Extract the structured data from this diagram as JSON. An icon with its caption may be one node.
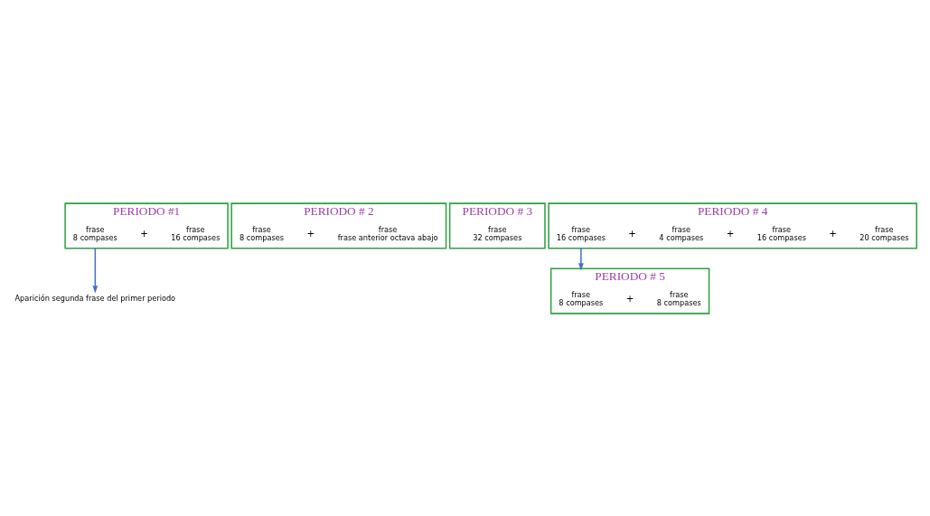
{
  "diagram": {
    "nodes": [
      {
        "text": [
          "PERIODO #1"
        ]
      },
      {
        "text": [
          "frase",
          "8 compases"
        ],
        "in": 0
      },
      {
        "text": [
          "frase",
          "16 compases"
        ],
        "in": 0
      },
      {
        "text": [
          "PERIODO # 2"
        ]
      },
      {
        "text": [
          "frase",
          "8 compases"
        ],
        "in": 3
      },
      {
        "text": [
          "frase",
          "frase anterior octava abajo"
        ],
        "in": 3
      },
      {
        "text": [
          "PERIODO # 3"
        ]
      },
      {
        "text": [
          "frase",
          "32 compases"
        ],
        "in": 6
      },
      {
        "text": [
          "Aparición segunda frase del primer periodo"
        ]
      },
      {
        "text": [
          "PERIODO # 4"
        ]
      },
      {
        "text": [
          "frase",
          "16 compases"
        ],
        "in": 9
      },
      {
        "text": [
          "frase",
          "4 compases"
        ],
        "in": 9
      },
      {
        "text": [
          "frase",
          "16 compases"
        ],
        "in": 9
      },
      {
        "text": [
          "frase",
          "20 compases"
        ],
        "in": 9
      },
      {
        "text": [
          "PERIODO # 5"
        ]
      },
      {
        "text": [
          "frase",
          "8 compases"
        ],
        "in": 14
      },
      {
        "text": [
          "frase",
          "8 compases"
        ],
        "in": 14
      }
    ],
    "edges": [
      {
        "from": 0,
        "to": 8,
        "arrow": "to"
      },
      {
        "from": 9,
        "to": 14,
        "arrow": "to"
      }
    ],
    "labels": [
      "+",
      "+",
      "+",
      "+",
      "+",
      "+"
    ]
  }
}
